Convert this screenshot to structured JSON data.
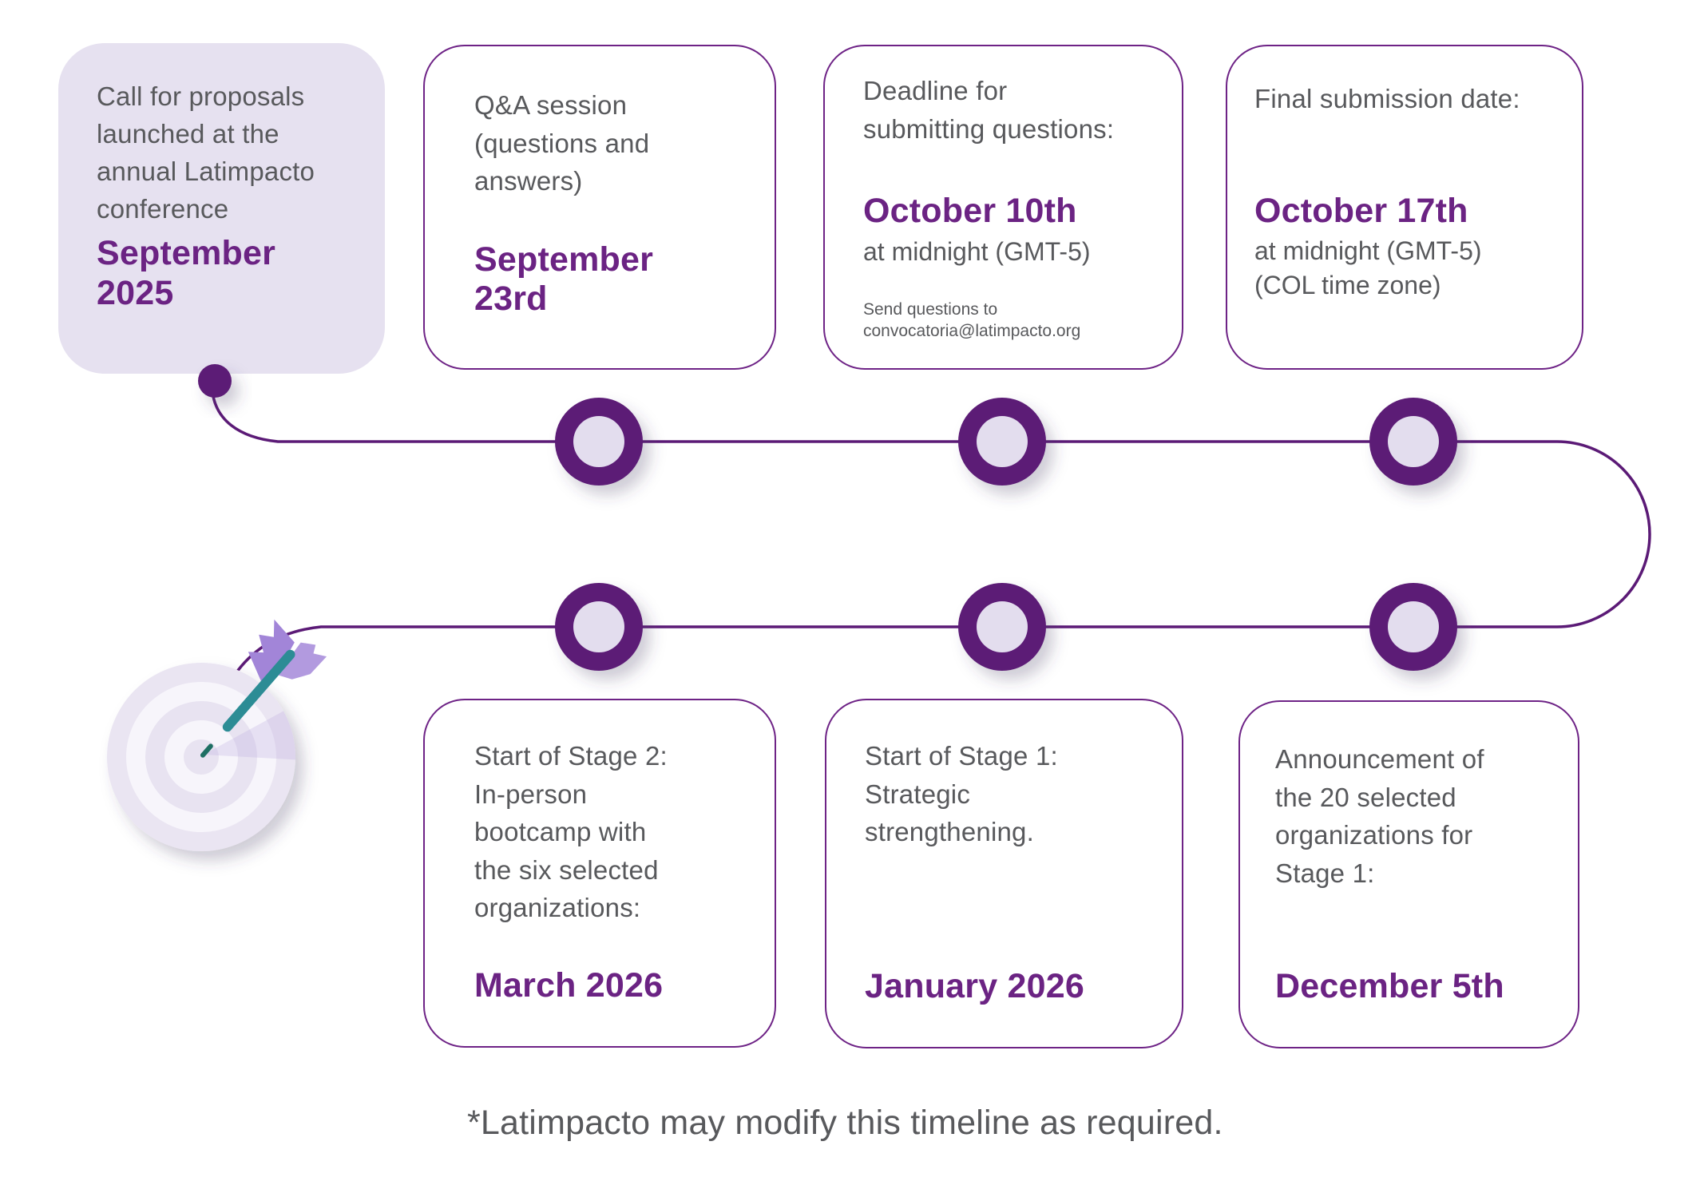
{
  "colors": {
    "accent_purple": "#6B2383",
    "deep_purple": "#5B1A76",
    "lavender": "#E6E1F0",
    "lavender_soft": "#F7F5FB",
    "lavender_mid": "#E8E3F1",
    "text_gray": "#58595C",
    "card_border": "#6E2386",
    "node_inner": "#E3DDEE"
  },
  "timeline": {
    "cards": [
      {
        "id": "launch",
        "body": "Call for proposals\nlaunched at the\nannual Latimpacto\nconference",
        "date": "September\n2025"
      },
      {
        "id": "qa-session",
        "body": "Q&A session\n(questions and\nanswers)",
        "date": "September\n23rd"
      },
      {
        "id": "questions-deadline",
        "body": "Deadline for\nsubmitting questions:",
        "date": "October 10th",
        "note": "at midnight (GMT-5)",
        "fineprint": "Send questions to\nconvocatoria@latimpacto.org"
      },
      {
        "id": "final-submission",
        "body": "Final submission date:",
        "date": "October 17th",
        "note": "at midnight (GMT-5)\n(COL time zone)"
      },
      {
        "id": "stage2-start",
        "body": "Start of Stage 2:\nIn-person\nbootcamp with\nthe six selected\norganizations:",
        "date": "March 2026"
      },
      {
        "id": "stage1-start",
        "body": "Start of Stage 1:\nStrategic\nstrengthening.",
        "date": "January 2026"
      },
      {
        "id": "announcement",
        "body": "Announcement of\nthe 20 selected\norganizations for\nStage 1:",
        "date": "December 5th"
      }
    ],
    "footnote": "*Latimpacto may modify this timeline as required."
  }
}
